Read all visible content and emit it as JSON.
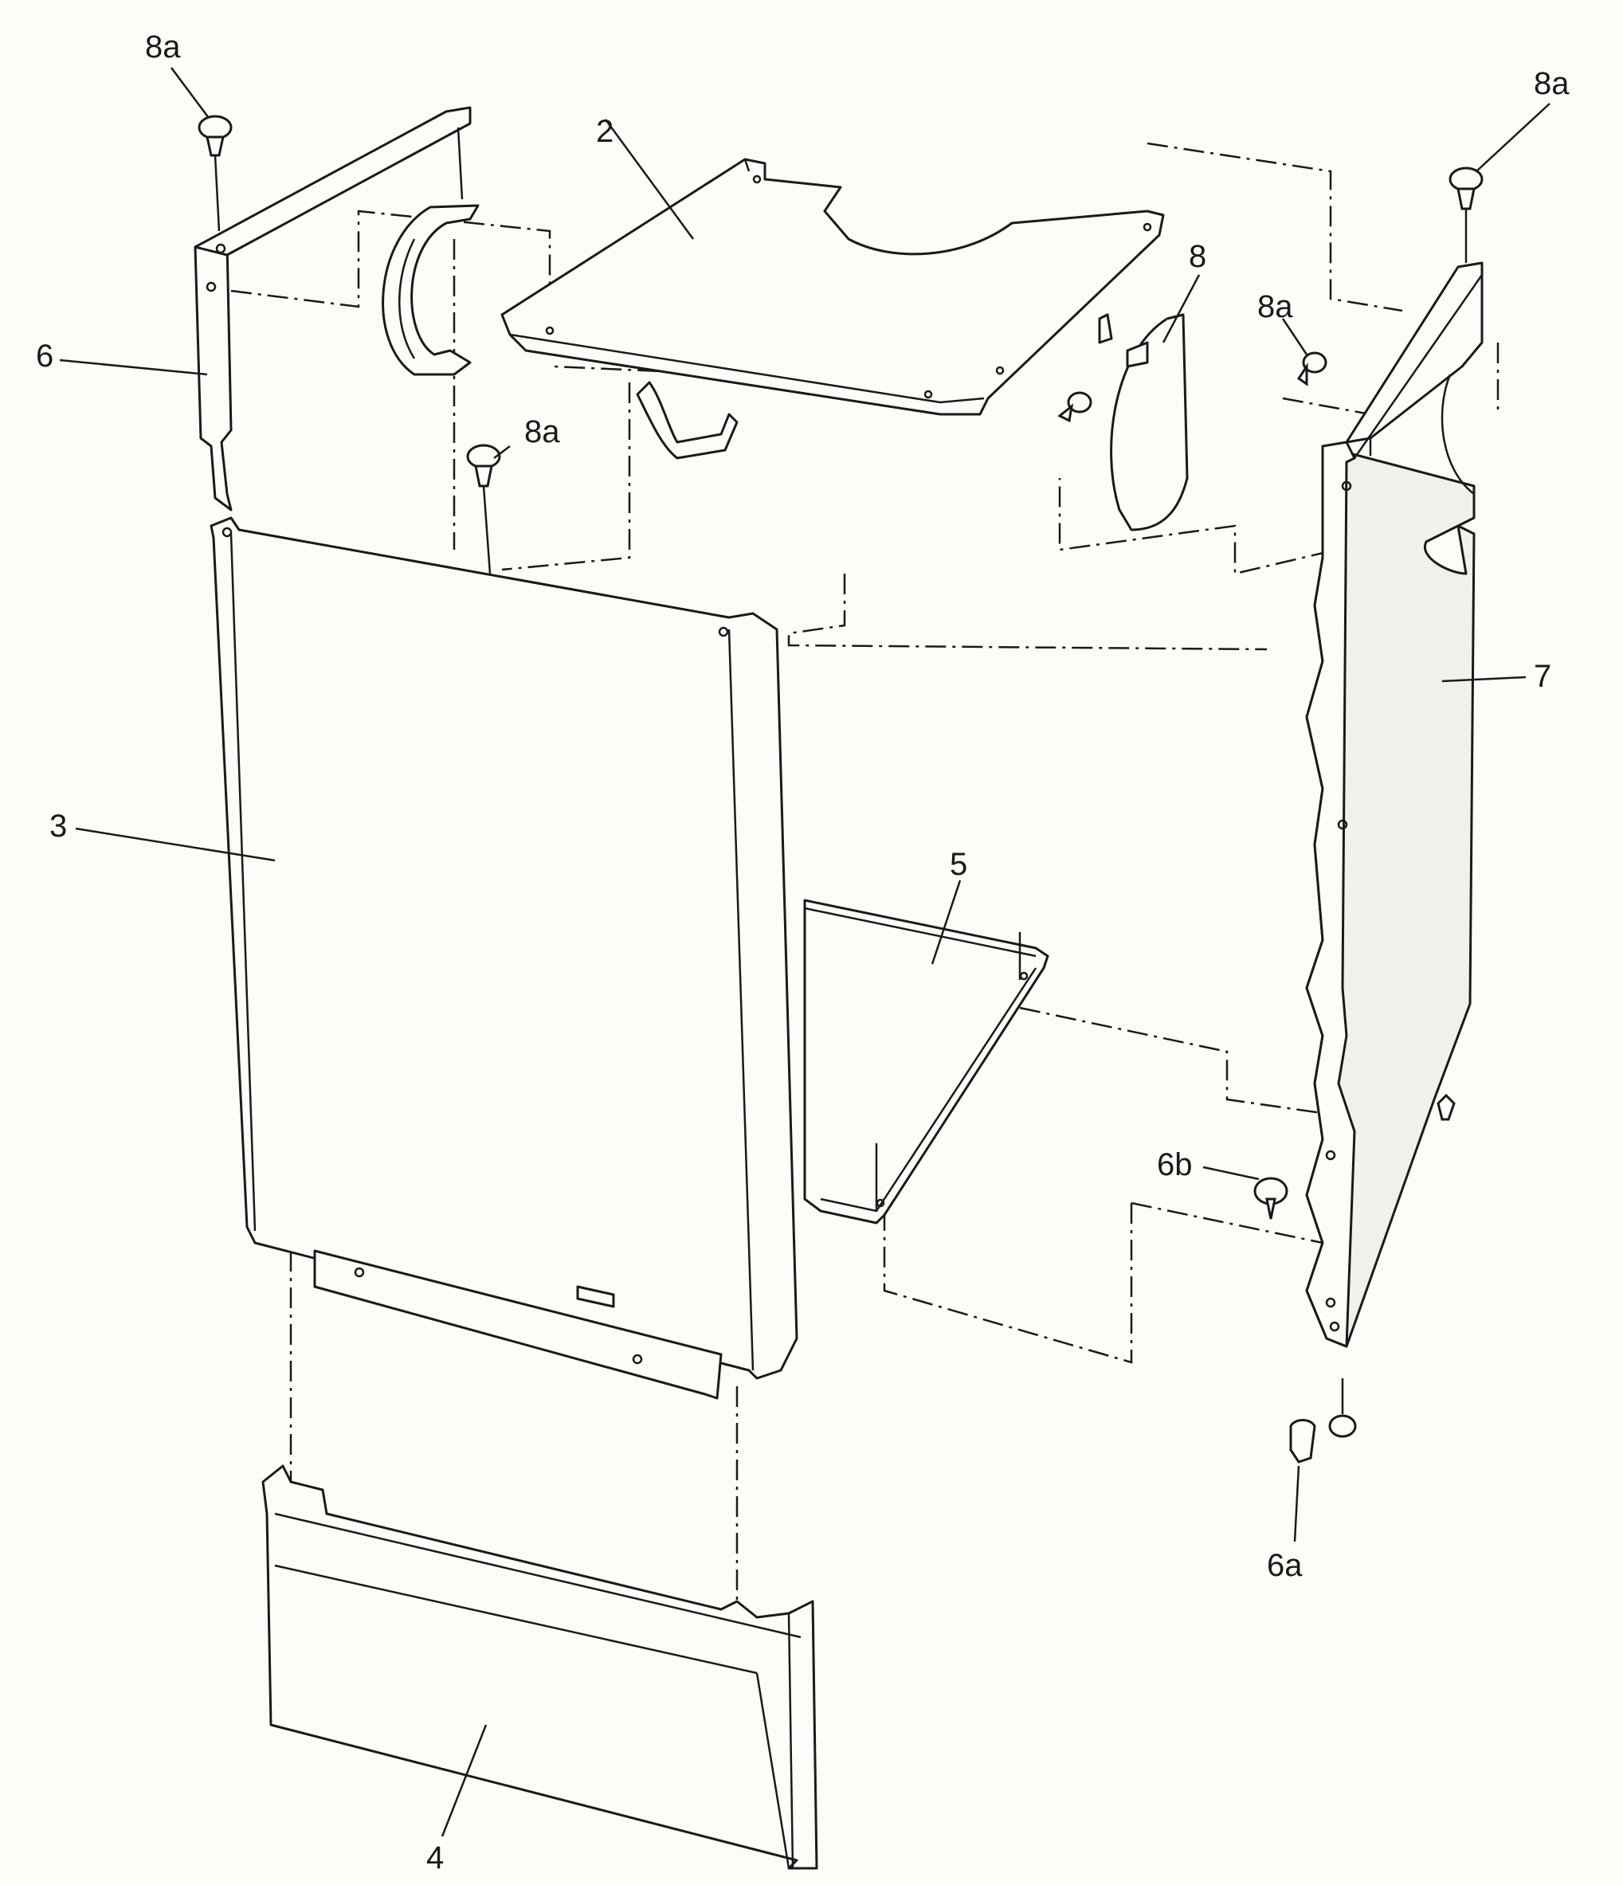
{
  "labels": {
    "part_2": "2",
    "part_3": "3",
    "part_4": "4",
    "part_5": "5",
    "part_6": "6",
    "part_6a": "6a",
    "part_6b": "6b",
    "part_7": "7",
    "part_8": "8",
    "screw_8a_top_left": "8a",
    "screw_8a_top_right": "8a",
    "screw_8a_middle": "8a",
    "screw_8a_right": "8a"
  },
  "colors": {
    "ink": "#1a1a1a",
    "paper": "#fdfcf8"
  }
}
